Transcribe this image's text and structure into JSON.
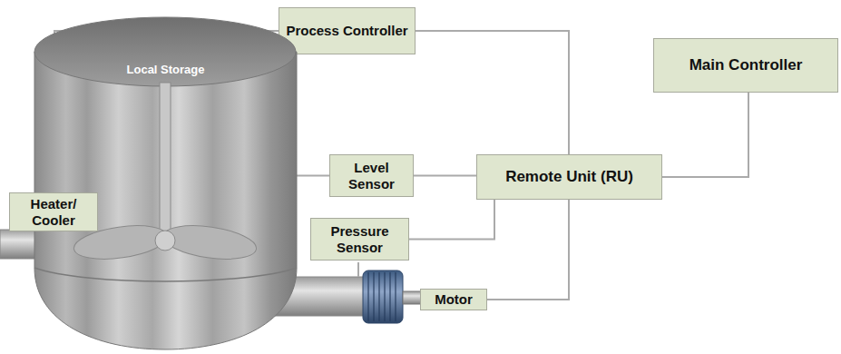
{
  "diagram": {
    "nodes": [
      {
        "text": [
          "Process Controller"
        ]
      },
      {
        "text": [
          "Local Storage"
        ]
      },
      {
        "text": [
          "Main Controller"
        ]
      },
      {
        "text": [
          "Level Sensor"
        ]
      },
      {
        "text": [
          "Remote Unit (RU)"
        ]
      },
      {
        "text": [
          "Heater/ Cooler"
        ]
      },
      {
        "text": [
          "Pressure Sensor"
        ]
      },
      {
        "text": [
          "Motor"
        ]
      }
    ],
    "edges": [
      {
        "from": 5,
        "to": 0,
        "arrow": "none"
      },
      {
        "from": 0,
        "to": 4,
        "arrow": "none"
      },
      {
        "from": 1,
        "to": 3,
        "arrow": "none"
      },
      {
        "from": 3,
        "to": 4,
        "arrow": "none"
      },
      {
        "from": 6,
        "to": 4,
        "arrow": "none"
      },
      {
        "from": 7,
        "to": 4,
        "arrow": "none"
      },
      {
        "from": 4,
        "to": 2,
        "arrow": "none"
      }
    ]
  }
}
